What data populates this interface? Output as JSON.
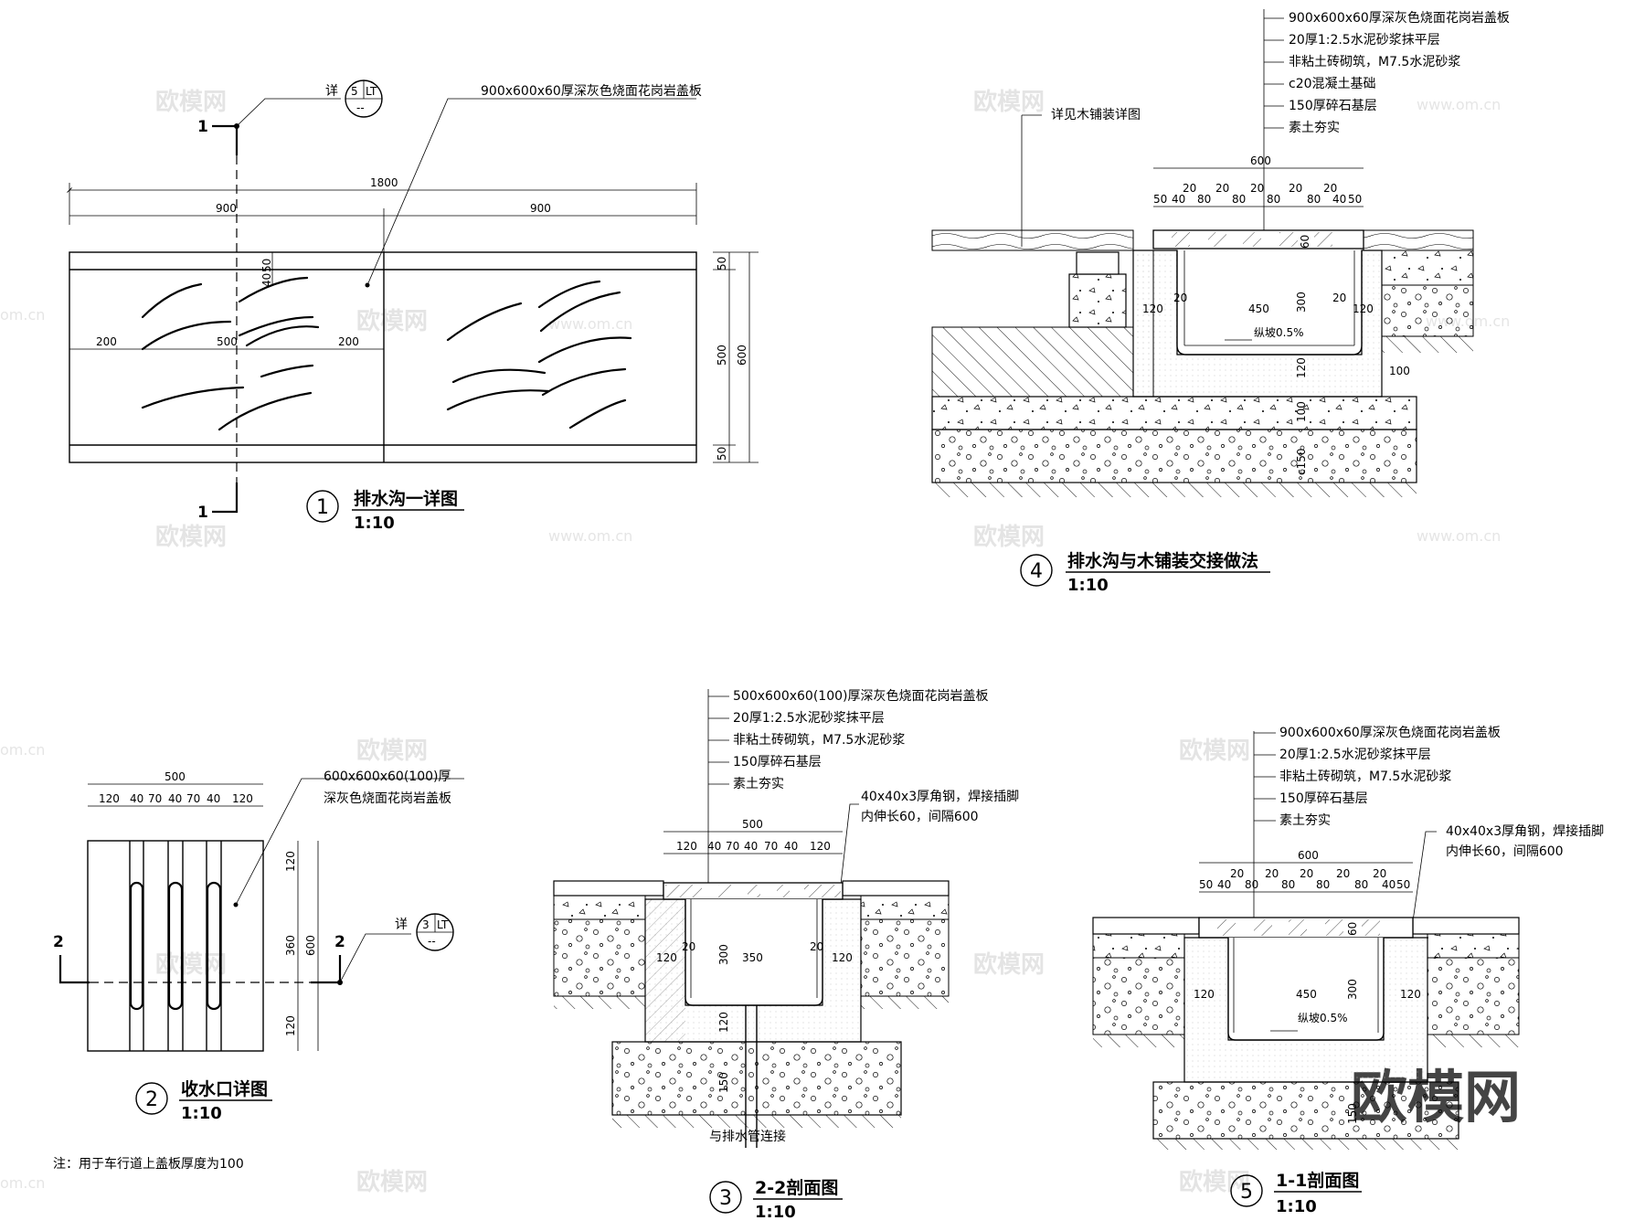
{
  "watermark": {
    "text": "欧模网",
    "url": "www.om.cn",
    "url_short": "om.cn",
    "url_edge": "www.om.cn"
  },
  "brand_mark": "欧模网",
  "detail1": {
    "number": "1",
    "title": "排水沟一详图",
    "scale": "1:10",
    "cover_label": "900x600x60厚深灰色烧面花岗岩盖板",
    "section_mark": "1",
    "ref": {
      "prefix": "详",
      "top": "5",
      "right": "LT",
      "bottom": "--"
    },
    "dims": {
      "total": "1800",
      "left": "900",
      "right": "900",
      "slot_left": "200",
      "slot_mid": "500",
      "slot_right": "200",
      "edge_top": "50",
      "edge_top_b": "40",
      "height_mid": "500",
      "height_total": "600",
      "edge_bottom": "50",
      "right_top": "50"
    }
  },
  "detail2": {
    "number": "2",
    "title": "收水口详图",
    "scale": "1:10",
    "cover_label_1": "600x600x60(100)厚",
    "cover_label_2": "深灰色烧面花岗岩盖板",
    "section_mark": "2",
    "ref": {
      "prefix": "详",
      "top": "3",
      "right": "LT",
      "bottom": "--"
    },
    "dims": {
      "total": "500",
      "segs": [
        "120",
        "40",
        "70",
        "40",
        "70",
        "40",
        "120"
      ],
      "v_top": "120",
      "v_mid": "360",
      "v_bottom": "120",
      "v_total": "600"
    },
    "note": "注：用于车行道上盖板厚度为100"
  },
  "detail3": {
    "number": "3",
    "title": "2-2剖面图",
    "scale": "1:10",
    "layers": [
      "500x600x60(100)厚深灰色烧面花岗岩盖板",
      "20厚1:2.5水泥砂浆抹平层",
      "非粘土砖砌筑，M7.5水泥砂浆",
      "150厚碎石基层",
      "素土夯实"
    ],
    "angle_note_1": "40x40x3厚角钢，焊接插脚",
    "angle_note_2": "内伸长60，间隔600",
    "dims": {
      "total": "500",
      "segs": [
        "120",
        "40",
        "70",
        "40",
        "70",
        "40",
        "120"
      ],
      "w120l": "120",
      "w20l": "20",
      "w300": "300",
      "w350": "350",
      "w20r": "20",
      "w120r": "120",
      "h120": "120",
      "h150": "150"
    },
    "pipe_note": "与排水管连接"
  },
  "detail4": {
    "number": "4",
    "title": "排水沟与木铺装交接做法",
    "scale": "1:10",
    "wood_note": "详见木铺装详图",
    "layers": [
      "900x600x60厚深灰色烧面花岗岩盖板",
      "20厚1:2.5水泥砂浆抹平层",
      "非粘土砖砌筑，M7.5水泥砂浆",
      "c20混凝土基础",
      "150厚碎石基层",
      "素土夯实"
    ],
    "dims": {
      "total": "600",
      "segs": [
        "50",
        "40",
        "20",
        "80",
        "20",
        "80",
        "20",
        "80",
        "20",
        "80",
        "20",
        "40",
        "50"
      ],
      "w120l": "120",
      "w20l": "20",
      "w450": "450",
      "w20r": "20",
      "w120r": "120",
      "h300": "300",
      "h60": "60",
      "h120": "120",
      "h100": "100",
      "hc150": "c150",
      "r100": "100"
    },
    "slope": "纵坡0.5%"
  },
  "detail5": {
    "number": "5",
    "title": "1-1剖面图",
    "scale": "1:10",
    "layers": [
      "900x600x60厚深灰色烧面花岗岩盖板",
      "20厚1:2.5水泥砂浆抹平层",
      "非粘土砖砌筑，M7.5水泥砂浆",
      "150厚碎石基层",
      "素土夯实"
    ],
    "angle_note_1": "40x40x3厚角钢，焊接插脚",
    "angle_note_2": "内伸长60，间隔600",
    "dims": {
      "total": "600",
      "segs": [
        "50",
        "40",
        "20",
        "80",
        "20",
        "80",
        "20",
        "80",
        "20",
        "80",
        "20",
        "40",
        "50"
      ],
      "w120l": "120",
      "w450": "450",
      "w120r": "120",
      "h300": "300",
      "h60": "60",
      "h150": "150"
    },
    "slope": "纵坡0.5%"
  }
}
